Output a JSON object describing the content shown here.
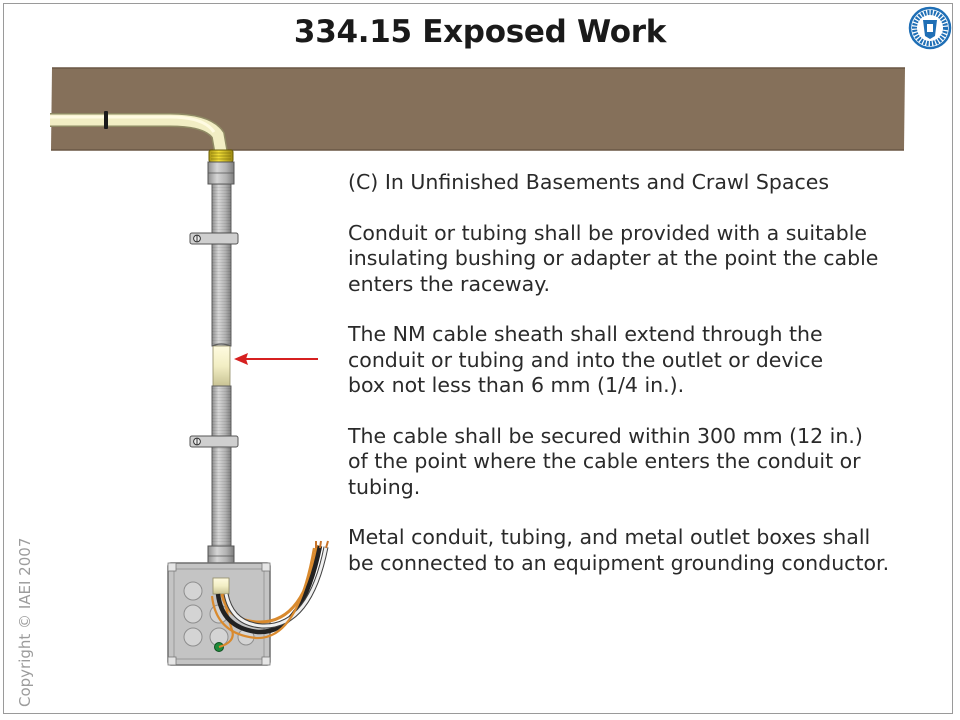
{
  "slide": {
    "title": "334.15 Exposed Work",
    "copyright": "Copyright © IAEI 2007"
  },
  "content": {
    "heading": "(C) In Unfinished Basements and Crawl Spaces",
    "paragraphs": [
      {
        "lines": [
          "Conduit or tubing shall be provided with a suitable",
          "insulating bushing or adapter at the point the cable",
          "enters the raceway."
        ]
      },
      {
        "lines": [
          "The NM cable sheath shall extend through the",
          "conduit or tubing and into the outlet or device",
          "box not less than 6 mm (1/4 in.)."
        ]
      },
      {
        "lines": [
          "The cable shall be secured within 300 mm (12 in.)",
          "of the point where the cable enters the conduit or",
          "tubing."
        ]
      },
      {
        "lines": [
          "Metal conduit, tubing, and metal outlet boxes shall",
          "be connected to an equipment grounding conductor."
        ]
      }
    ]
  },
  "colors": {
    "joist": "#85705a",
    "cable": "#f2eec4",
    "conduit": "#b6b6b6",
    "box": "#c4c4c4",
    "fitting": "#e8d020",
    "arrow": "#d62020",
    "wire_ground": "#d98a2e",
    "wire_black": "#222222",
    "wire_white": "#f0f0f0",
    "ground_screw": "#1e8a3a",
    "logo": "#1f6fb6"
  },
  "icons": {
    "logo": "iaei-keystone-logo-icon"
  }
}
